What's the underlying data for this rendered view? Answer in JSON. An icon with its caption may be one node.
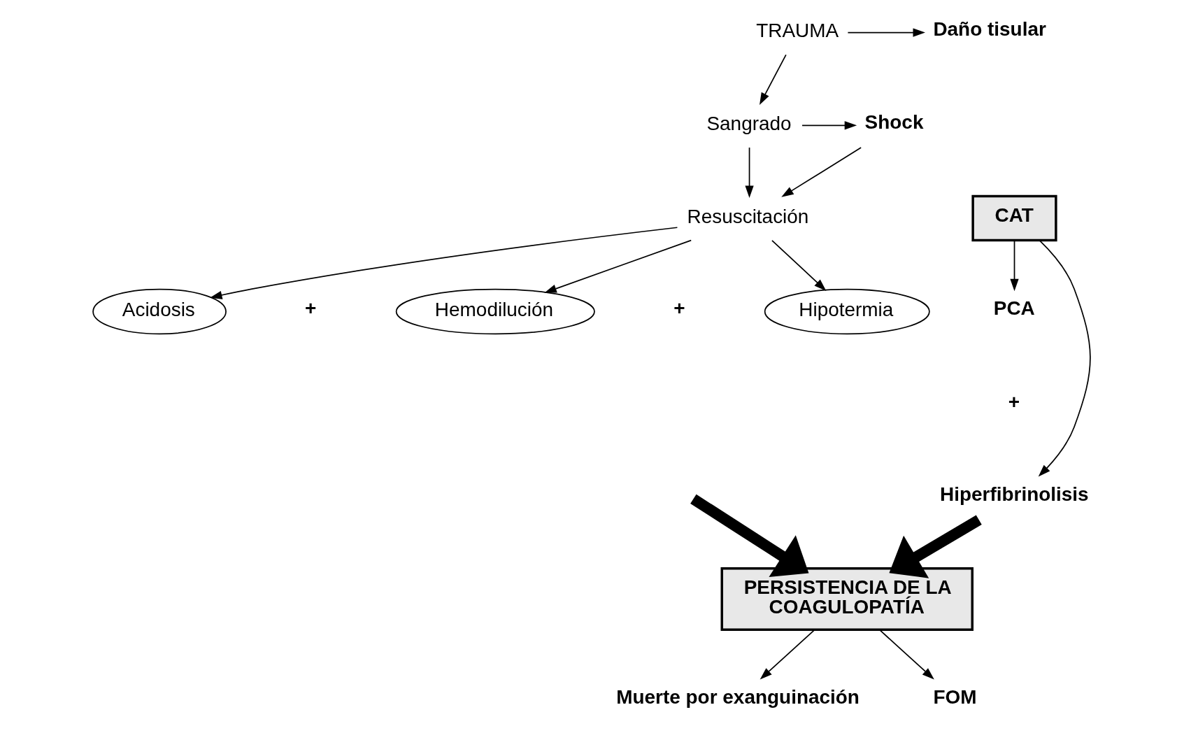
{
  "diagram": {
    "nodes": [
      {
        "text": [
          "TRAUMA"
        ]
      },
      {
        "text": [
          "Daño tisular"
        ]
      },
      {
        "text": [
          "Sangrado"
        ]
      },
      {
        "text": [
          "Shock"
        ]
      },
      {
        "text": [
          "CAT"
        ]
      },
      {
        "text": [
          "PCA"
        ]
      },
      {
        "text": [
          "Hiperfibrinolisis"
        ]
      },
      {
        "text": [
          "Resuscitación"
        ]
      },
      {
        "text": [
          "Acidosis"
        ]
      },
      {
        "text": [
          "Hemodilución"
        ]
      },
      {
        "text": [
          "Hipotermia"
        ]
      },
      {
        "text": [
          "PERSISTENCIA DE LA COAGULOPATÍA"
        ]
      },
      {
        "text": [
          "Muerte por exanguinación"
        ]
      },
      {
        "text": [
          "FOM"
        ]
      }
    ],
    "edges": [
      {
        "from": 0,
        "to": 1,
        "arrow": "to"
      },
      {
        "from": 0,
        "to": 2,
        "arrow": "to"
      },
      {
        "from": 2,
        "to": 3,
        "arrow": "to"
      },
      {
        "from": 2,
        "to": 7,
        "arrow": "to"
      },
      {
        "from": 3,
        "to": 7,
        "arrow": "to"
      },
      {
        "from": 4,
        "to": 5,
        "arrow": "to"
      },
      {
        "from": 4,
        "to": 6,
        "arrow": "to"
      },
      {
        "from": 7,
        "to": 8,
        "arrow": "to"
      },
      {
        "from": 7,
        "to": 9,
        "arrow": "to"
      },
      {
        "from": 7,
        "to": 10,
        "arrow": "to"
      },
      {
        "from": 6,
        "to": 11,
        "arrow": "to",
        "style": "thick"
      },
      {
        "from": null,
        "to": 11,
        "arrow": "to",
        "style": "thick"
      },
      {
        "from": 11,
        "to": 12,
        "arrow": "to"
      },
      {
        "from": 11,
        "to": 13,
        "arrow": "to"
      }
    ],
    "labels": [
      "+",
      "+",
      "+"
    ]
  }
}
